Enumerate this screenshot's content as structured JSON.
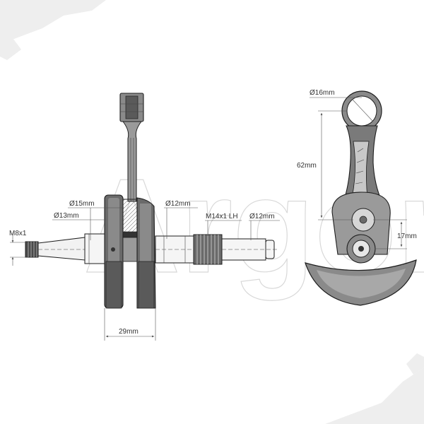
{
  "watermark": "Argon",
  "dimensions": {
    "m8x1": "M8x1",
    "d15": "Ø15mm",
    "d13": "Ø13mm",
    "d12_left": "Ø12mm",
    "m14": "M14x1 LH",
    "d12_right": "Ø12mm",
    "w29": "29mm",
    "d16": "Ø16mm",
    "l62": "62mm",
    "l17": "17mm"
  },
  "colors": {
    "line": "#1e1e1e",
    "fill_dark": "#4a4a4a",
    "fill_mid": "#8a8a8a",
    "fill_light": "#c8c8c8",
    "watermark": "#d8d8d8"
  }
}
